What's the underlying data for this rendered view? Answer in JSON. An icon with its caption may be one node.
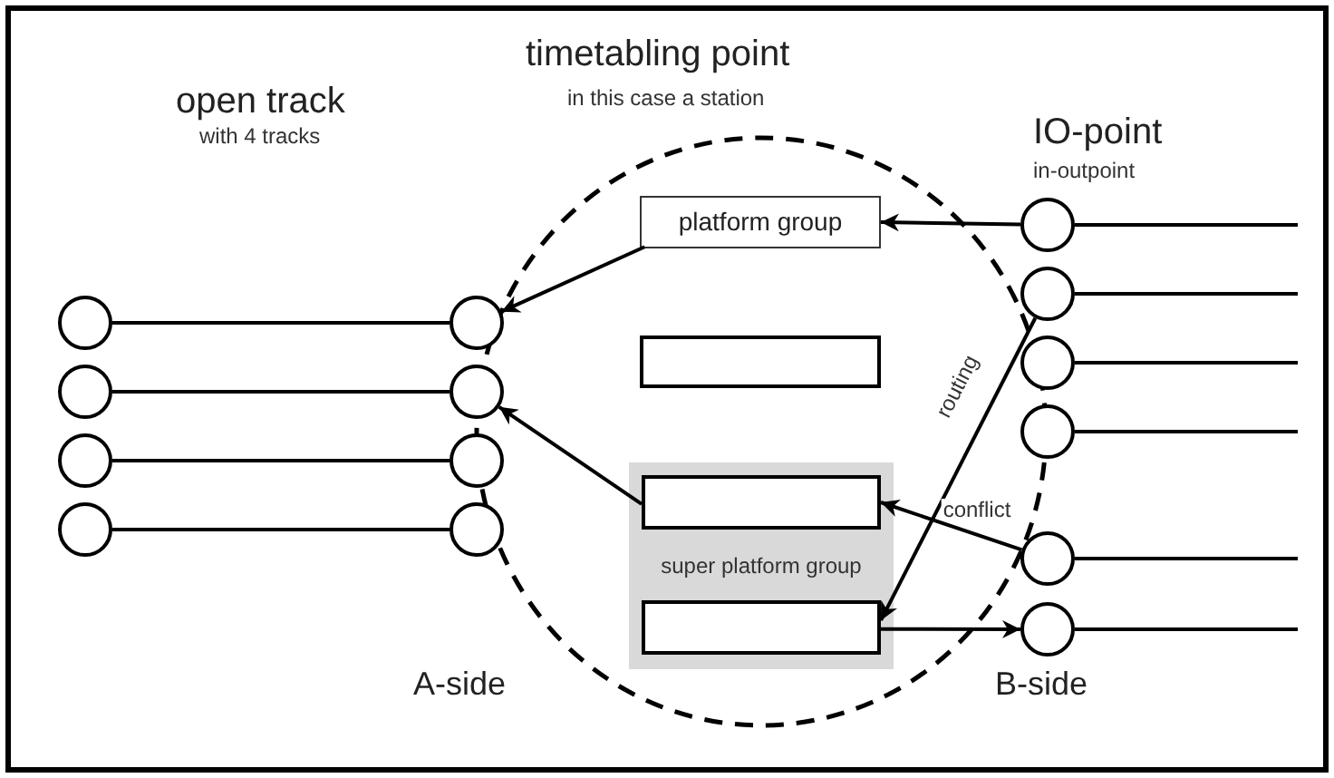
{
  "diagram": {
    "nodes": [
      {
        "text": [
          "timetabling point",
          "in this case a station"
        ]
      },
      {
        "text": [
          "platform group"
        ],
        "in": 0
      },
      {
        "text": [],
        "shape": "box",
        "in": 0
      },
      {
        "text": [
          "super platform group"
        ],
        "in": 0
      },
      {
        "text": [],
        "shape": "box",
        "in": 3
      },
      {
        "text": [],
        "shape": "box",
        "in": 3
      },
      {
        "text": [],
        "shape": "circle"
      },
      {
        "text": [],
        "shape": "circle"
      },
      {
        "text": [],
        "shape": "circle"
      },
      {
        "text": [],
        "shape": "circle"
      },
      {
        "text": [],
        "shape": "circle"
      },
      {
        "text": [],
        "shape": "circle"
      },
      {
        "text": [],
        "shape": "circle"
      },
      {
        "text": [],
        "shape": "circle"
      },
      {
        "text": [],
        "shape": "circle"
      },
      {
        "text": [],
        "shape": "circle"
      },
      {
        "text": [],
        "shape": "circle"
      },
      {
        "text": [],
        "shape": "circle"
      },
      {
        "text": [],
        "shape": "circle"
      },
      {
        "text": [],
        "shape": "circle"
      }
    ],
    "edges": [
      {
        "from": 6,
        "to": 10,
        "arrow": "none"
      },
      {
        "from": 7,
        "to": 11,
        "arrow": "none"
      },
      {
        "from": 8,
        "to": 12,
        "arrow": "none"
      },
      {
        "from": 9,
        "to": 13,
        "arrow": "none"
      },
      {
        "from": 14,
        "to": null,
        "arrow": "none"
      },
      {
        "from": 15,
        "to": null,
        "arrow": "none"
      },
      {
        "from": 16,
        "to": null,
        "arrow": "none"
      },
      {
        "from": 17,
        "to": null,
        "arrow": "none"
      },
      {
        "from": 18,
        "to": null,
        "arrow": "none"
      },
      {
        "from": 19,
        "to": null,
        "arrow": "none"
      },
      {
        "from": 14,
        "to": 1,
        "arrow": "to"
      },
      {
        "from": 1,
        "to": 10,
        "arrow": "to"
      },
      {
        "from": 4,
        "to": 11,
        "arrow": "to"
      },
      {
        "from": 18,
        "to": 4,
        "arrow": "to",
        "label": "conflict"
      },
      {
        "from": 15,
        "to": 5,
        "arrow": "to",
        "label": "routing"
      },
      {
        "from": 5,
        "to": 19,
        "arrow": "to"
      }
    ],
    "labels": [
      "open track",
      "with 4 tracks",
      "IO-point",
      "in-outpoint",
      "A-side",
      "B-side"
    ]
  }
}
